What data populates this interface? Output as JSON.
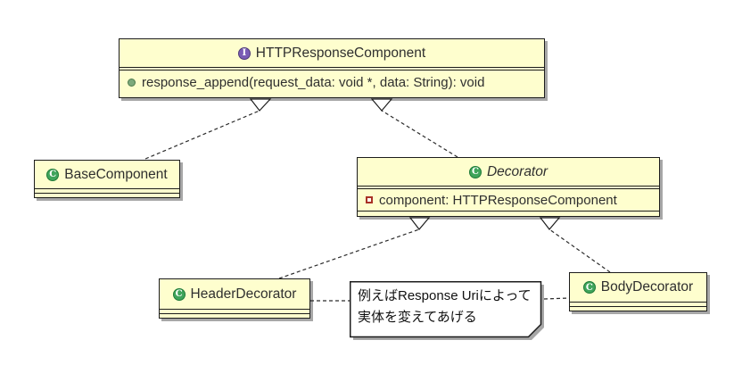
{
  "diagram": {
    "type": "uml-class-diagram",
    "classes": {
      "http": {
        "stereotype": "interface",
        "icon_letter": "I",
        "title": "HTTPResponseComponent",
        "method": "response_append(request_data: void *, data: String): void"
      },
      "base": {
        "stereotype": "class",
        "icon_letter": "C",
        "title": "BaseComponent"
      },
      "decorator": {
        "stereotype": "abstract-class",
        "icon_letter": "C",
        "title": "Decorator",
        "field": "component: HTTPResponseComponent"
      },
      "header_decorator": {
        "stereotype": "class",
        "icon_letter": "C",
        "title": "HeaderDecorator"
      },
      "body_decorator": {
        "stereotype": "class",
        "icon_letter": "C",
        "title": "BodyDecorator"
      }
    },
    "note": {
      "lines": [
        "例えばResponse Uriによって",
        "実体を変えてあげる"
      ]
    },
    "relations": [
      {
        "from": "BaseComponent",
        "to": "HTTPResponseComponent",
        "type": "dashed-hollow-triangle"
      },
      {
        "from": "Decorator",
        "to": "HTTPResponseComponent",
        "type": "dashed-hollow-triangle"
      },
      {
        "from": "HeaderDecorator",
        "to": "Decorator",
        "type": "dashed-hollow-triangle"
      },
      {
        "from": "BodyDecorator",
        "to": "Decorator",
        "type": "dashed-hollow-triangle"
      },
      {
        "from": "HeaderDecorator",
        "to": "note",
        "type": "dashed-link"
      },
      {
        "from": "note",
        "to": "BodyDecorator",
        "type": "dashed-link"
      }
    ],
    "colors": {
      "box_fill": "#FEFECE",
      "box_border": "#1C1C1C",
      "shadow": "#A7A7A7",
      "interface_icon": "#7A5CB5",
      "class_icon": "#3FA45B",
      "method_icon": "#7CA97C",
      "field_icon": "#A93226",
      "line": "#2B2B2B",
      "note_fill": "#FFFFFF"
    }
  }
}
